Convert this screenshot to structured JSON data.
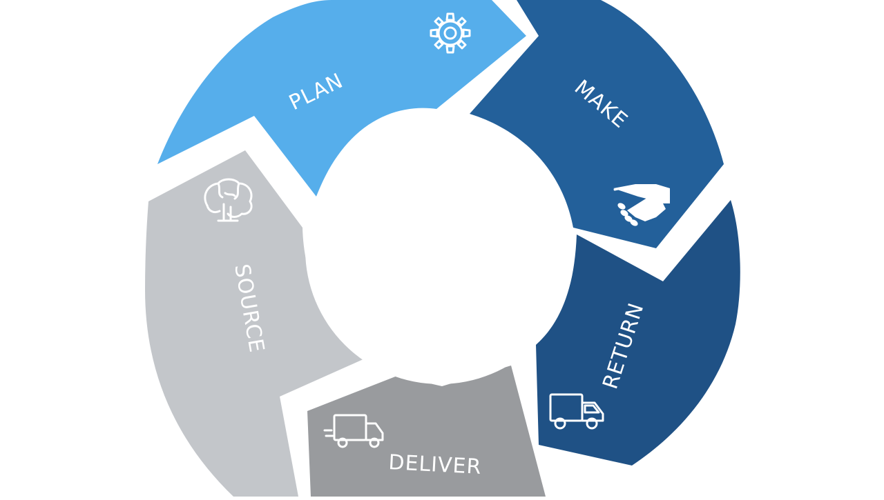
{
  "cycle": {
    "segments": [
      {
        "label": "PLAN",
        "icon": "gear-icon",
        "color": "#56aeeb"
      },
      {
        "label": "MAKE",
        "icon": "handshake-icon",
        "color": "#23609a"
      },
      {
        "label": "RETURN",
        "icon": "truck-icon",
        "color": "#1f5185"
      },
      {
        "label": "DELIVER",
        "icon": "truck-icon",
        "color": "#999b9e"
      },
      {
        "label": "SOURCE",
        "icon": "brain-icon",
        "color": "#c3c6ca"
      }
    ]
  }
}
